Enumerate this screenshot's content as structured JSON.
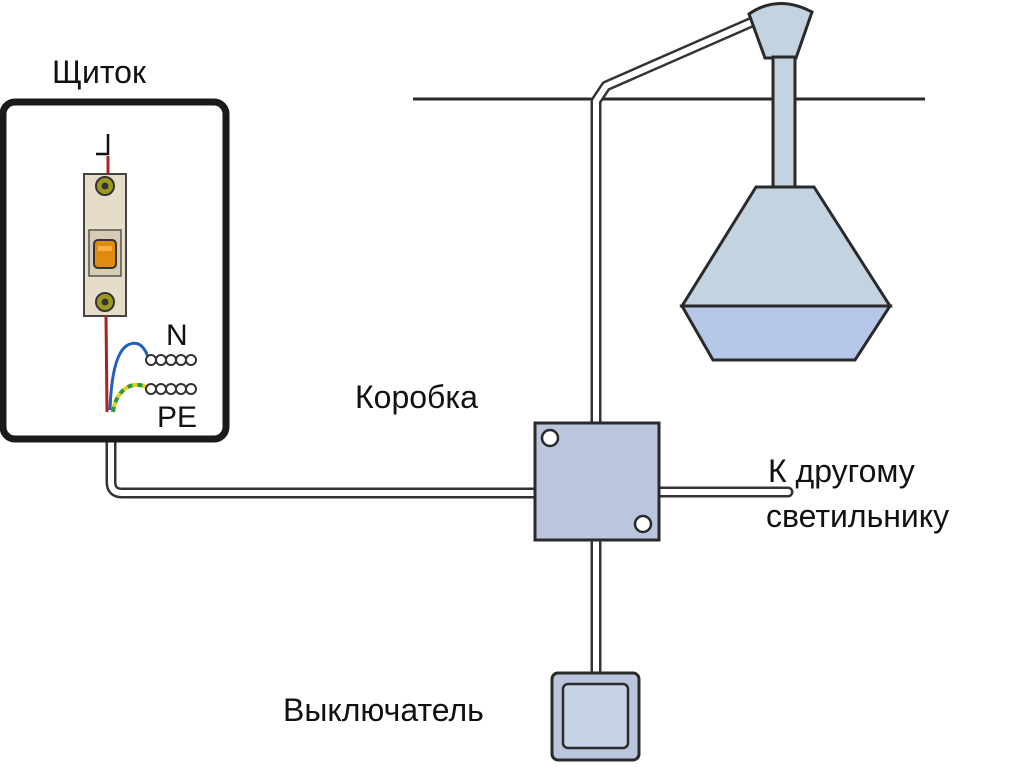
{
  "labels": {
    "panel": "Щиток",
    "box": "Коробка",
    "other_lamp_line1": "К другому",
    "other_lamp_line2": "светильнику",
    "switch": "Выключатель",
    "neutral": "N",
    "ground": "PE"
  },
  "colors": {
    "outline": "#1a1a1a",
    "conduit_fill": "#ffffff",
    "conduit_stroke": "#3a3a3a",
    "box_fill": "#b9c6dd",
    "lamp_fill": "#c3d3e0",
    "lamp_bottom": "#b6c8e8",
    "phase_wire": "#b02020",
    "neutral_wire": "#1e5fbf",
    "ground_wire_a": "#e0d020",
    "ground_wire_b": "#2e9a40",
    "breaker_body": "#e6ddc8",
    "breaker_handle": "#e08a10",
    "terminal": "#a3a000"
  }
}
